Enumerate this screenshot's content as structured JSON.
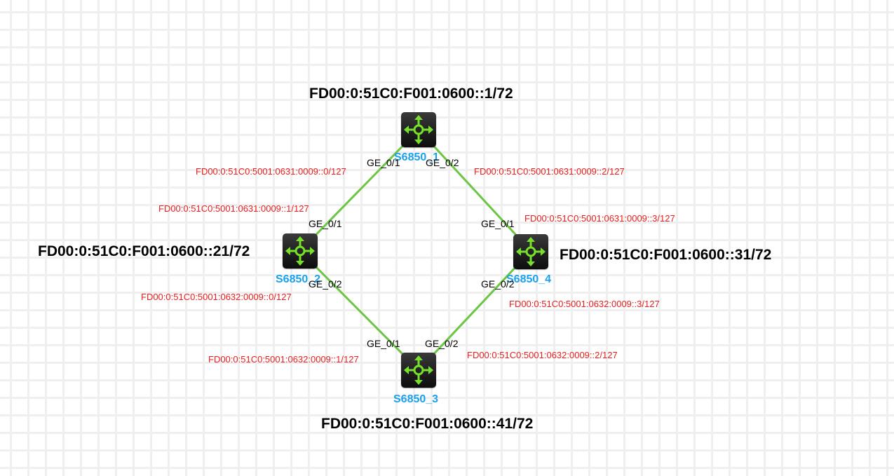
{
  "diagram": {
    "link_color": "#6cc644",
    "icon_color": "#76e02a",
    "name_color": "#1aa1ec",
    "ip_color": "#ee1c1c"
  },
  "nodes": [
    {
      "id": "S6850_1",
      "name": "S6850_1",
      "icon": "router-icon",
      "loopback": "FD00:0:51C0:F001:0600::1/72"
    },
    {
      "id": "S6850_2",
      "name": "S6850_2",
      "icon": "router-icon",
      "loopback": "FD00:0:51C0:F001:0600::21/72"
    },
    {
      "id": "S6850_3",
      "name": "S6850_3",
      "icon": "router-icon",
      "loopback": "FD00:0:51C0:F001:0600::41/72"
    },
    {
      "id": "S6850_4",
      "name": "S6850_4",
      "icon": "router-icon",
      "loopback": "FD00:0:51C0:F001:0600::31/72"
    }
  ],
  "links": [
    {
      "from": "S6850_1",
      "to": "S6850_2",
      "a_port": "GE_0/1",
      "a_ip": "FD00:0:51C0:5001:0631:0009::0/127",
      "b_port": "GE_0/1",
      "b_ip": "FD00:0:51C0:5001:0631:0009::1/127"
    },
    {
      "from": "S6850_1",
      "to": "S6850_4",
      "a_port": "GE_0/2",
      "a_ip": "FD00:0:51C0:5001:0631:0009::2/127",
      "b_port": "GE_0/1",
      "b_ip": "FD00:0:51C0:5001:0631:0009::3/127"
    },
    {
      "from": "S6850_2",
      "to": "S6850_3",
      "a_port": "GE_0/2",
      "a_ip": "FD00:0:51C0:5001:0632:0009::0/127",
      "b_port": "GE_0/1",
      "b_ip": "FD00:0:51C0:5001:0632:0009::1/127"
    },
    {
      "from": "S6850_4",
      "to": "S6850_3",
      "a_port": "GE_0/2",
      "a_ip": "FD00:0:51C0:5001:0632:0009::3/127",
      "b_port": "GE_0/2",
      "b_ip": "FD00:0:51C0:5001:0632:0009::2/127"
    }
  ]
}
